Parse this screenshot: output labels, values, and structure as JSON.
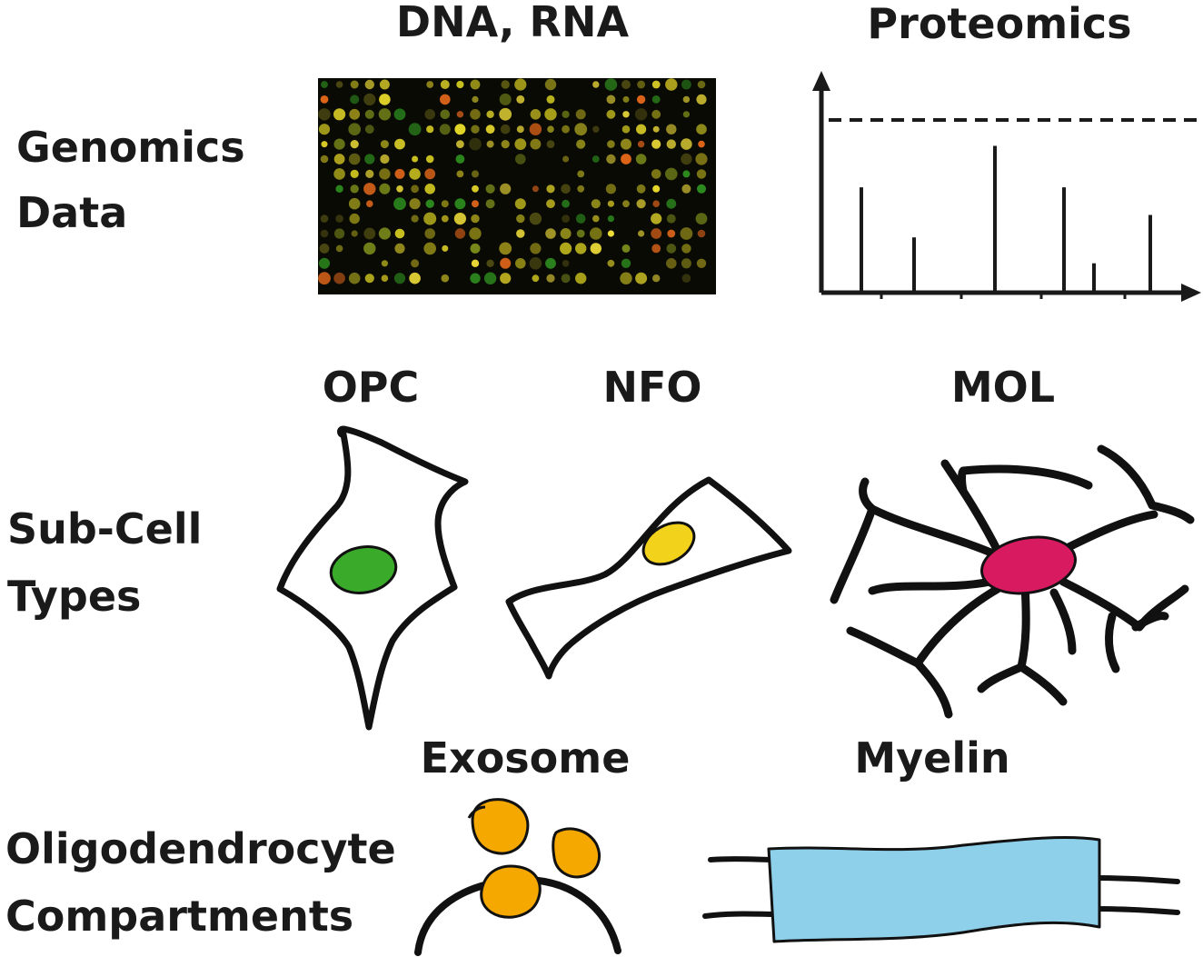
{
  "rows": {
    "genomics": {
      "line1": "Genomics",
      "line2": "Data"
    },
    "subcell": {
      "line1": "Sub-Cell",
      "line2": "Types"
    },
    "compartments": {
      "line1": "Oligodendrocyte",
      "line2": "Compartments"
    }
  },
  "panels": {
    "dna_rna": {
      "title": "DNA, RNA"
    },
    "proteomics": {
      "title": "Proteomics",
      "peaks": [
        0.61,
        0.32,
        0.85,
        0.61,
        0.17,
        0.45
      ],
      "threshold": 1.0
    },
    "opc": {
      "title": "OPC",
      "nucleus_color": "#3aaa2a"
    },
    "nfo": {
      "title": "NFO",
      "nucleus_color": "#f2d21a"
    },
    "mol": {
      "title": "MOL",
      "nucleus_color": "#d81b60"
    },
    "exosome": {
      "title": "Exosome",
      "vesicle_color": "#f5a800"
    },
    "myelin": {
      "title": "Myelin",
      "sheath_color": "#8ecfea"
    }
  },
  "microarray": {
    "background": "#0a0a05",
    "spot_colors": [
      "#f5e23a",
      "#e6d82a",
      "#c9c01f",
      "#8f8a1a",
      "#4d4a12",
      "#2e8f1f",
      "#e0661a",
      "#7a8a1a",
      "#b5a81e"
    ]
  }
}
